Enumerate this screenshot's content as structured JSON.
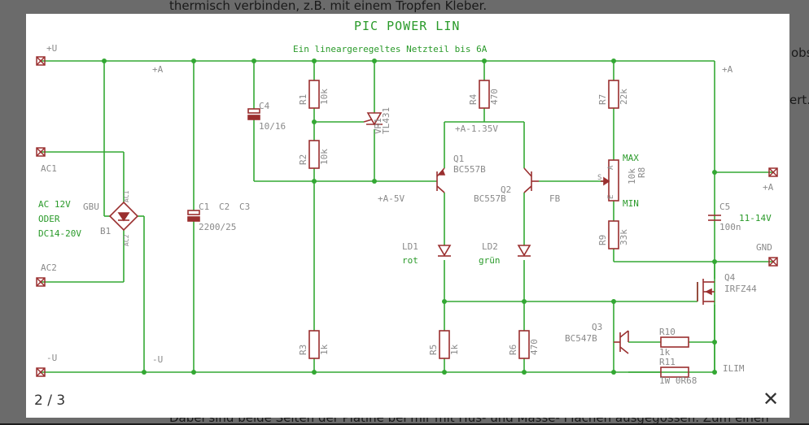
{
  "background": {
    "line_top": "thermisch verbinden, z.B. mit einem Tropfen Kleber.",
    "frag_obst": "obst",
    "frag_ert": "ert.",
    "frag_bottom": "Dabei sind beide Seiten der Platine bei mir mit Hüs- und Masse- Flächen ausgegossen. Zum einen"
  },
  "lightbox": {
    "counter": "2 / 3",
    "close_icon": "close-icon"
  },
  "schematic": {
    "title": "PIC POWER LIN",
    "subtitle": "Ein lineargeregeltes Netzteil bis 6A",
    "labels": {
      "u_plus": "+U",
      "plus_a_left": "+A",
      "plus_a_right": "+A",
      "ac1": "AC1",
      "ac2": "AC2",
      "minus_u": "-U",
      "minus_u2": "-U",
      "ac_note_1": "AC 12V",
      "ac_note_2": "ODER",
      "ac_note_3": "DC14-20V",
      "gbu": "GBU",
      "b1": "B1",
      "b1_ac1": "AC1",
      "b1_ac2": "AC2",
      "c1": "C1",
      "c2": "C2",
      "c3": "C3",
      "c1_value": "2200/25",
      "c4": "C4",
      "c4_value": "10/16",
      "r1": "R1",
      "r1_value": "10k",
      "r2": "R2",
      "r2_value": "10k",
      "vr1": "VR1",
      "vr1_part": "TL431",
      "node_a5": "+A-5V",
      "r4": "R4",
      "r4_value": "470",
      "node_a435": "+A-1.35V",
      "q1": "Q1",
      "q1_part": "BC557B",
      "q2": "Q2",
      "q2_part": "BC557B",
      "fb": "FB",
      "r7": "R7",
      "r7_value": "22k",
      "r8": "R8",
      "r8_value": "10k",
      "r8_s": "S",
      "r8_e": "E",
      "r8_a": "A",
      "max": "MAX",
      "min": "MIN",
      "r9": "R9",
      "r9_value": "33k",
      "ld1": "LD1",
      "ld1_color": "rot",
      "ld2": "LD2",
      "ld2_color": "grün",
      "c5": "C5",
      "c5_value": "100n",
      "out_note": "11-14V",
      "out_plus": "+A",
      "gnd": "GND",
      "q4": "Q4",
      "q4_part": "IRFZ44",
      "q3": "Q3",
      "q3_part": "BC547B",
      "r10": "R10",
      "r10_value": "1k",
      "r11": "R11",
      "r11_value": "1W 0R68",
      "ilim": "ILIM",
      "r3": "R3",
      "r3_value": "1k",
      "r5": "R5",
      "r5_value": "1k",
      "r6": "R6",
      "r6_value": "470"
    },
    "colors": {
      "wire": "#33a833",
      "part": "#9a2f2f",
      "text_green": "#2a9a2a",
      "text_gray": "#8a8a8a"
    }
  }
}
